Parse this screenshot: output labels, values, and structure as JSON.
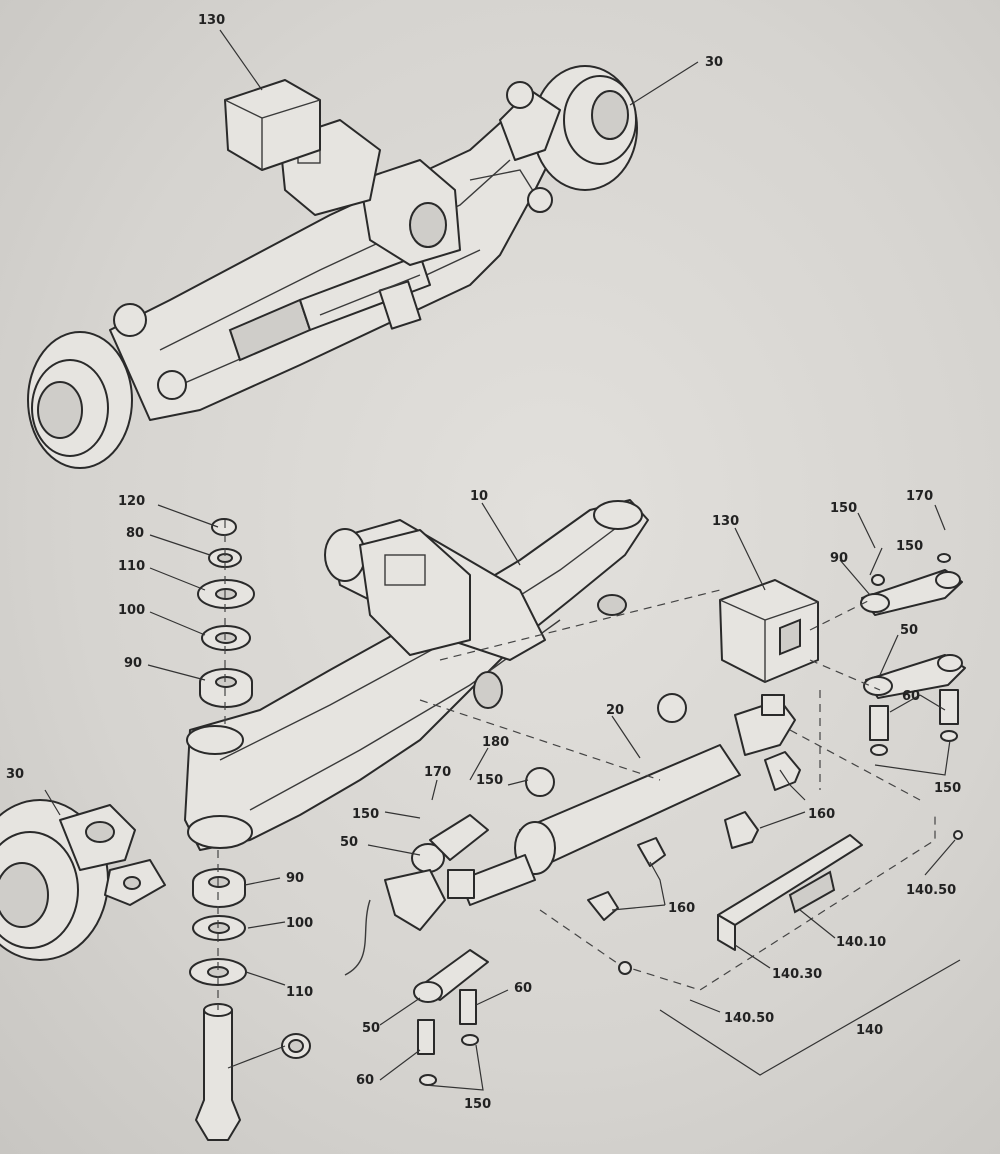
{
  "callouts": [
    {
      "key": "c130a",
      "text": "130"
    },
    {
      "key": "c30a",
      "text": "30"
    },
    {
      "key": "c120",
      "text": "120"
    },
    {
      "key": "c80",
      "text": "80"
    },
    {
      "key": "c110a",
      "text": "110"
    },
    {
      "key": "c100a",
      "text": "100"
    },
    {
      "key": "c90a",
      "text": "90"
    },
    {
      "key": "c10",
      "text": "10"
    },
    {
      "key": "c130b",
      "text": "130"
    },
    {
      "key": "c150a",
      "text": "150"
    },
    {
      "key": "c170a",
      "text": "170"
    },
    {
      "key": "c150b",
      "text": "150"
    },
    {
      "key": "c90b",
      "text": "90"
    },
    {
      "key": "c50a",
      "text": "50"
    },
    {
      "key": "c60a",
      "text": "60"
    },
    {
      "key": "c150c",
      "text": "150"
    },
    {
      "key": "c20",
      "text": "20"
    },
    {
      "key": "c180",
      "text": "180"
    },
    {
      "key": "c170b",
      "text": "170"
    },
    {
      "key": "c150d",
      "text": "150"
    },
    {
      "key": "c150e",
      "text": "150"
    },
    {
      "key": "c50b",
      "text": "50"
    },
    {
      "key": "c160a",
      "text": "160"
    },
    {
      "key": "c160b",
      "text": "160"
    },
    {
      "key": "c14050a",
      "text": "140.50"
    },
    {
      "key": "c30b",
      "text": "30"
    },
    {
      "key": "c90c",
      "text": "90"
    },
    {
      "key": "c100b",
      "text": "100"
    },
    {
      "key": "c110b",
      "text": "110"
    },
    {
      "key": "c14010",
      "text": "140.10"
    },
    {
      "key": "c14030",
      "text": "140.30"
    },
    {
      "key": "c14050b",
      "text": "140.50"
    },
    {
      "key": "c140",
      "text": "140"
    },
    {
      "key": "c60b",
      "text": "60"
    },
    {
      "key": "c50c",
      "text": "50"
    },
    {
      "key": "c60c",
      "text": "60"
    },
    {
      "key": "c150f",
      "text": "150"
    }
  ]
}
